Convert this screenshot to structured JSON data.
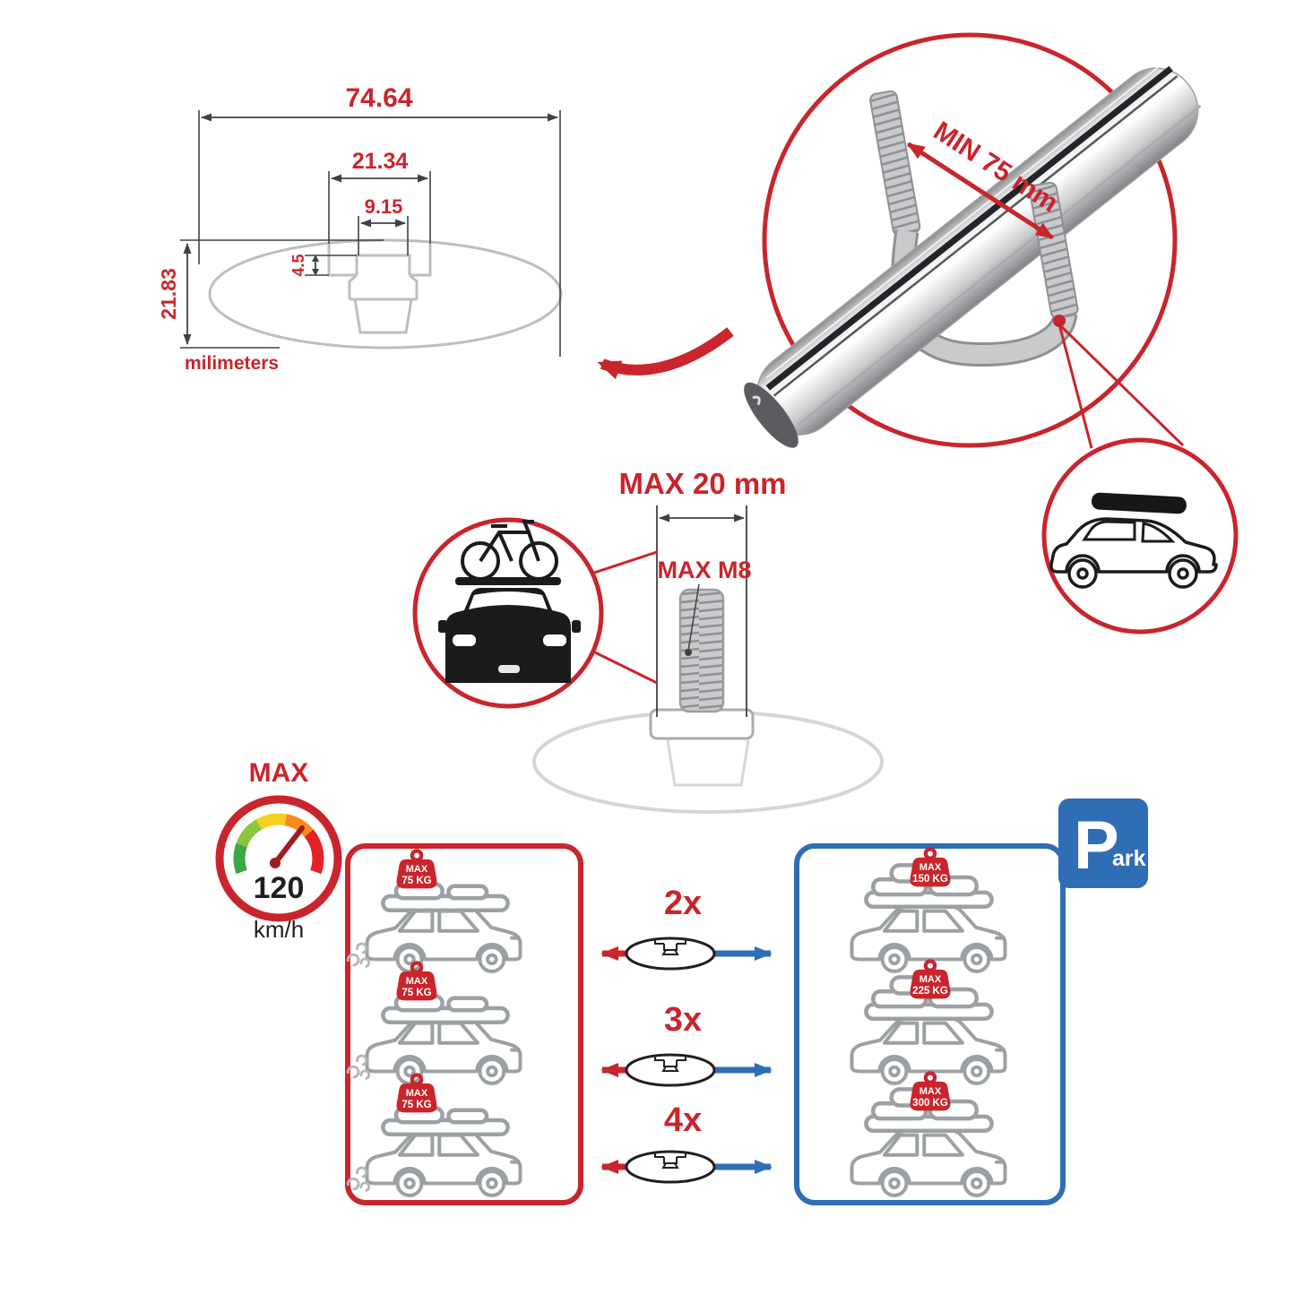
{
  "cross_section": {
    "total_width": "74.64",
    "slot_outer_width": "21.34",
    "slot_inner_width": "9.15",
    "step_depth": "4.5",
    "total_height": "21.83",
    "units_label": "milimeters"
  },
  "bar_detail": {
    "min_clamp_span": "MIN 75 mm"
  },
  "bolt_detail": {
    "max_protrusion": "MAX 20 mm",
    "max_thread": "MAX M8"
  },
  "speed_limit": {
    "label": "MAX",
    "value": "120",
    "unit": "km/h"
  },
  "capacity": {
    "rows": [
      {
        "multiplier": "2x",
        "moving_tag": {
          "line1": "MAX",
          "line2": "75 KG"
        },
        "parked_tag": {
          "line1": "MAX",
          "line2": "150 KG"
        }
      },
      {
        "multiplier": "3x",
        "moving_tag": {
          "line1": "MAX",
          "line2": "75 KG"
        },
        "parked_tag": {
          "line1": "MAX",
          "line2": "225 KG"
        }
      },
      {
        "multiplier": "4x",
        "moving_tag": {
          "line1": "MAX",
          "line2": "75 KG"
        },
        "parked_tag": {
          "line1": "MAX",
          "line2": "300 KG"
        }
      }
    ]
  },
  "parking_sign": {
    "letter": "P",
    "suffix": "ark"
  },
  "colors": {
    "accent_red": "#c9252c",
    "accent_blue": "#2f6db5",
    "line_gray": "#bcbec0"
  }
}
